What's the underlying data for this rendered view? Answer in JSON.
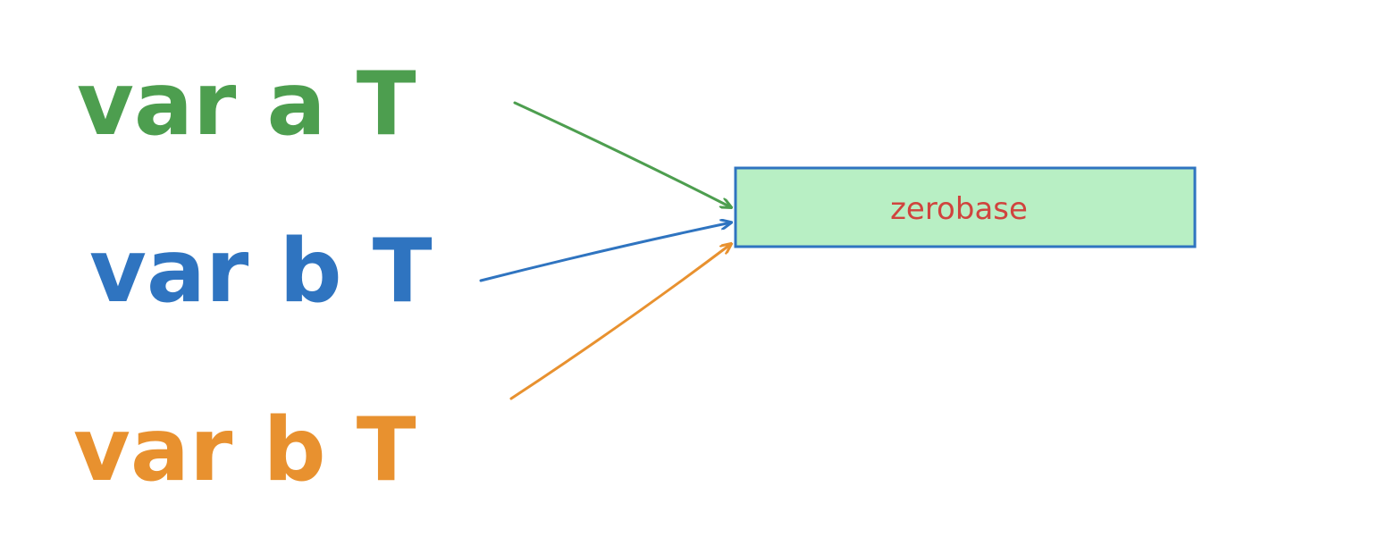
{
  "declarations": [
    {
      "text": "var a T",
      "color": "#4d9e4f"
    },
    {
      "text": "var b T",
      "color": "#2f74c0"
    },
    {
      "text": "var b T",
      "color": "#e8912f"
    }
  ],
  "target": {
    "label": "zerobase",
    "fill": "#b8efc4",
    "stroke": "#2f74c0",
    "label_color": "#d0443e"
  }
}
